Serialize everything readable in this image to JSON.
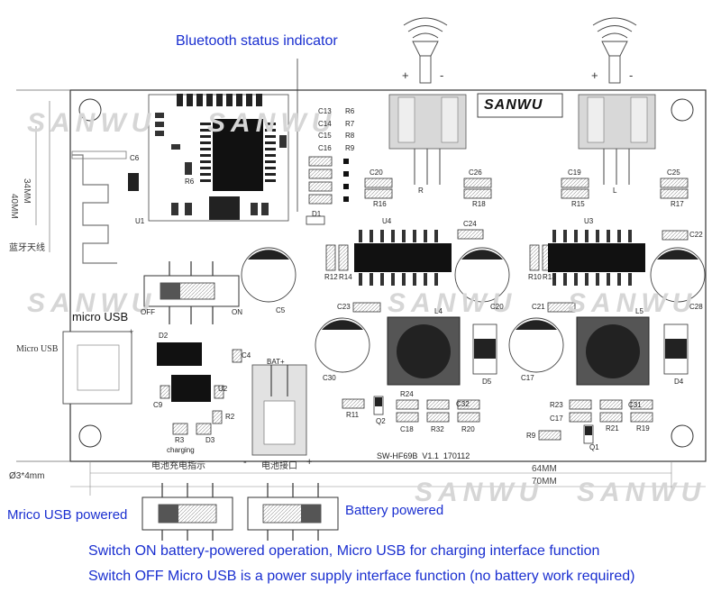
{
  "annotations": {
    "bt_status": "Bluetooth status indicator",
    "micro_usb": "micro USB",
    "usb_powered": "Mrico USB powered",
    "battery_powered": "Battery powered",
    "switch_on_note": "Switch ON battery-powered operation, Micro USB for charging interface function",
    "switch_off_note": "Switch OFF Micro USB is a power supply interface function (no battery work required)"
  },
  "board": {
    "brand": "SANWU",
    "model": "SW-HF69B",
    "version": "V1.1",
    "date": "170112",
    "width_inner": "64MM",
    "width_outer": "70MM",
    "height_inner": "34MM",
    "height_outer": "40MM",
    "hole": "Ø3*4mm",
    "antenna": "蓝牙天线",
    "charge_indicator": "电池充电指示",
    "battery_port": "电池接口",
    "bat_plus": "BAT+",
    "micro_usb_label": "Micro USB",
    "charging": "charging",
    "off": "OFF",
    "on": "ON",
    "minus": "-",
    "plus": "+",
    "speaker_plus": "+",
    "speaker_minus": "-",
    "r_label": "R",
    "l_label": "L"
  },
  "components": {
    "c13": "C13",
    "c14": "C14",
    "c15": "C15",
    "c16": "C16",
    "r6": "R6",
    "r7": "R7",
    "r8": "R8",
    "r9": "R9",
    "c6": "C6",
    "u1": "U1",
    "r6b": "R6",
    "d1": "D1",
    "c20a": "C20",
    "c26": "C26",
    "r16": "R16",
    "r18": "R18",
    "c19": "C19",
    "c25": "C25",
    "r15": "R15",
    "r17": "R17",
    "u4": "U4",
    "u3": "U3",
    "c24": "C24",
    "c22": "C22",
    "r12": "R12",
    "r14": "R14",
    "r10": "R10",
    "r13": "R13",
    "c5": "C5",
    "c20b": "C20",
    "c28": "C28",
    "c23": "C23",
    "l4": "L4",
    "c21": "C21",
    "l5": "L5",
    "d2": "D2",
    "c4": "C4",
    "c9": "C9",
    "u2": "U2",
    "r2": "R2",
    "r3": "R3",
    "d3": "D3",
    "c30": "C30",
    "d5": "D5",
    "c17": "C17",
    "d4": "D4",
    "r24": "R24",
    "c32": "C32",
    "r11": "R11",
    "q2": "Q2",
    "c18": "C18",
    "r32": "R32",
    "r20": "R20",
    "r23": "R23",
    "c31": "C31",
    "c17b": "C17",
    "r21": "R21",
    "r19": "R19",
    "r9b": "R9",
    "q1": "Q1"
  }
}
